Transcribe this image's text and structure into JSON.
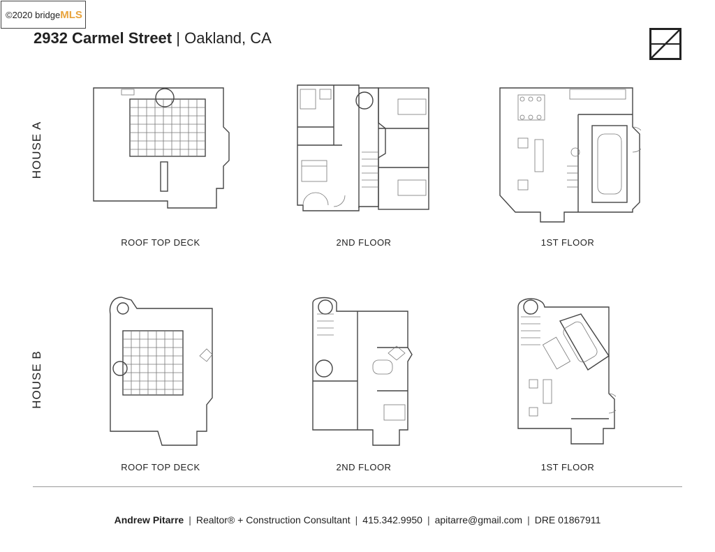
{
  "watermark": {
    "copyright": "©2020 bridge",
    "brand": "MLS"
  },
  "header": {
    "address": "2932 Carmel Street",
    "separator": "|",
    "city": "Oakland, CA"
  },
  "logo": {
    "icon": "slash-square-logo"
  },
  "sections": [
    {
      "house": "HOUSE A",
      "floors": [
        "ROOF TOP DECK",
        "2ND FLOOR",
        "1ST FLOOR"
      ]
    },
    {
      "house": "HOUSE B",
      "floors": [
        "ROOF TOP DECK",
        "2ND FLOOR",
        "1ST FLOOR"
      ]
    }
  ],
  "footer": {
    "name": "Andrew Pitarre",
    "title": "Realtor® + Construction Consultant",
    "phone": "415.342.9950",
    "email": "apitarre@gmail.com",
    "license": "DRE 01867911",
    "separator": "|"
  }
}
